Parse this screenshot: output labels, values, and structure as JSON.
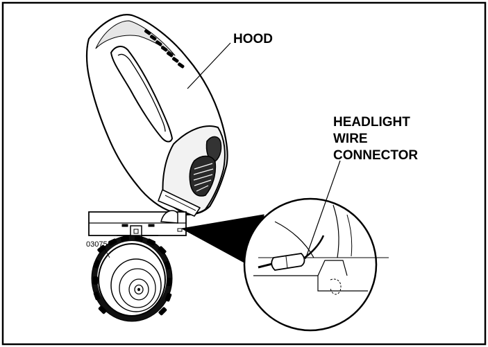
{
  "figure": {
    "labels": {
      "hood": "HOOD",
      "headlight_line1": "HEADLIGHT",
      "headlight_line2": "WIRE",
      "headlight_line3": "CONNECTOR",
      "figure_number": "03075"
    }
  }
}
